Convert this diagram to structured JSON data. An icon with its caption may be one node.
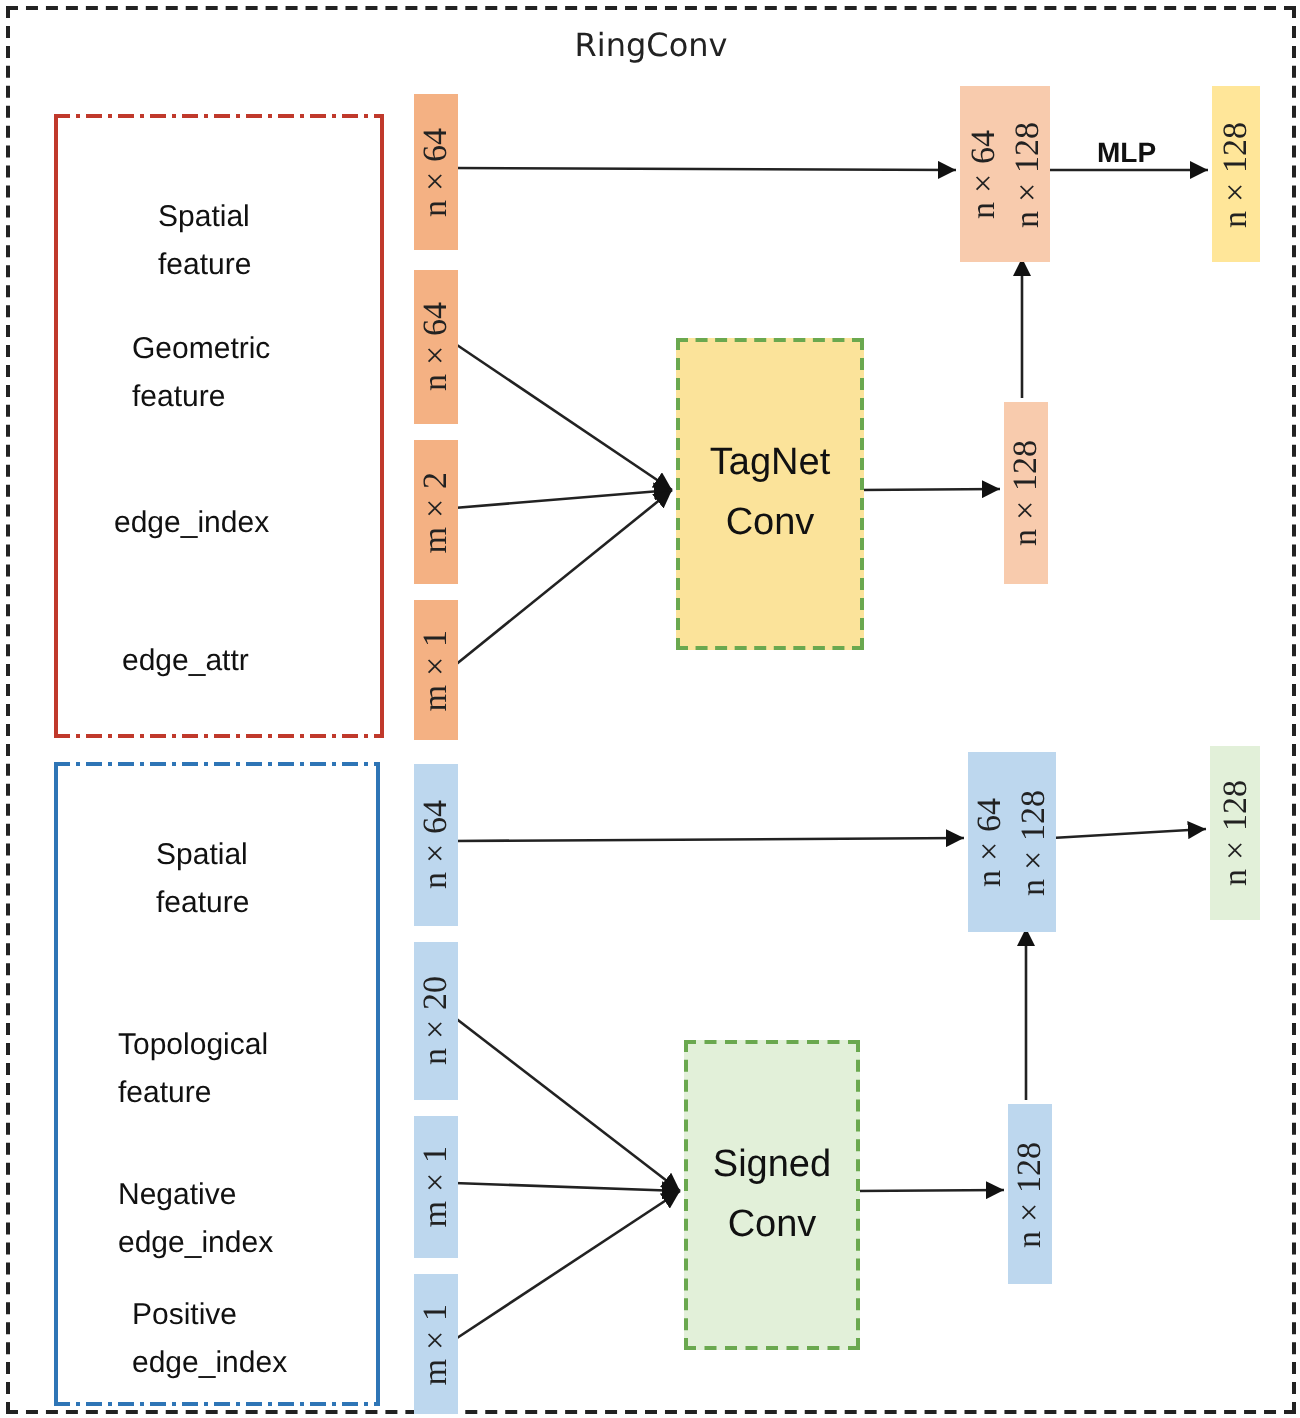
{
  "diagram": {
    "nodes": [
      {
        "text": [
          "RingConv"
        ]
      },
      {
        "text": [
          "Spatial feature",
          "Geometric feature",
          "edge_index",
          "edge_attr"
        ],
        "in": 0
      },
      {
        "text": [
          "Spatial feature",
          "Topological feature",
          "Negative edge_index",
          "Positive edge_index"
        ],
        "in": 0
      },
      {
        "text": [
          "n×64"
        ],
        "in": 0
      },
      {
        "text": [
          "n×64"
        ],
        "in": 0
      },
      {
        "text": [
          "m×2"
        ],
        "in": 0
      },
      {
        "text": [
          "m×1"
        ],
        "in": 0
      },
      {
        "text": [
          "TagNet Conv"
        ],
        "in": 0
      },
      {
        "text": [
          "n×128"
        ],
        "in": 0
      },
      {
        "text": [
          "n×64",
          "n×128"
        ],
        "in": 0
      },
      {
        "text": [
          "n×128"
        ],
        "in": 0
      },
      {
        "text": [
          "n×64"
        ],
        "in": 0
      },
      {
        "text": [
          "n×20"
        ],
        "in": 0
      },
      {
        "text": [
          "m×1"
        ],
        "in": 0
      },
      {
        "text": [
          "m×1"
        ],
        "in": 0
      },
      {
        "text": [
          "Signed Conv"
        ],
        "in": 0
      },
      {
        "text": [
          "n×128"
        ],
        "in": 0
      },
      {
        "text": [
          "n×64",
          "n×128"
        ],
        "in": 0
      },
      {
        "text": [
          "n×128"
        ],
        "in": 0
      }
    ],
    "edges": [
      {
        "from": 3,
        "to": 9,
        "arrow": "to"
      },
      {
        "from": 4,
        "to": 7,
        "arrow": "to"
      },
      {
        "from": 5,
        "to": 7,
        "arrow": "to"
      },
      {
        "from": 6,
        "to": 7,
        "arrow": "to"
      },
      {
        "from": 7,
        "to": 8,
        "arrow": "to"
      },
      {
        "from": 8,
        "to": 9,
        "arrow": "to"
      },
      {
        "from": 9,
        "to": 10,
        "arrow": "to",
        "label": "MLP"
      },
      {
        "from": 11,
        "to": 17,
        "arrow": "to"
      },
      {
        "from": 12,
        "to": 15,
        "arrow": "to"
      },
      {
        "from": 13,
        "to": 15,
        "arrow": "to"
      },
      {
        "from": 14,
        "to": 15,
        "arrow": "to"
      },
      {
        "from": 15,
        "to": 16,
        "arrow": "to"
      },
      {
        "from": 16,
        "to": 17,
        "arrow": "to"
      },
      {
        "from": 17,
        "to": 18,
        "arrow": "to"
      }
    ]
  }
}
